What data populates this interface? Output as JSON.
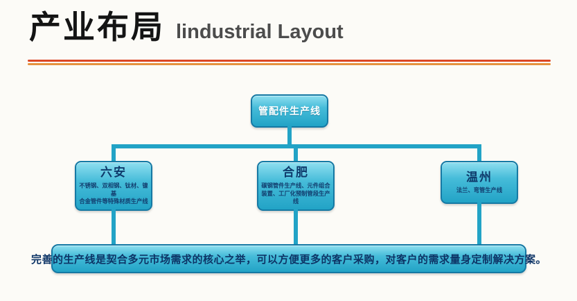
{
  "header": {
    "title_zh": "产业布局",
    "title_en": "lindustrial Layout"
  },
  "diagram": {
    "root": {
      "label": "管配件生产线"
    },
    "children": [
      {
        "name": "六安",
        "desc": "不锈钢、双相钢、钛材、镍基\n合金管件等特殊材质生产线"
      },
      {
        "name": "合肥",
        "desc": "碳钢管件生产线、元件组合\n装置、工厂化预制管段生产线"
      },
      {
        "name": "温州",
        "desc": "法兰、弯管生产线"
      }
    ],
    "footer": "完善的生产线是契合多元市场需求的核心之举，可以方便更多的客户采购，对客户的需求量身定制解决方案。"
  },
  "colors": {
    "node_fill": "#46bcd9",
    "node_border": "#1579a4",
    "connector": "#22a3c6",
    "navy_text": "#0e3a6b",
    "rule_red": "#dc4726",
    "rule_orange": "#e5923f",
    "background": "#fcfbf7"
  }
}
